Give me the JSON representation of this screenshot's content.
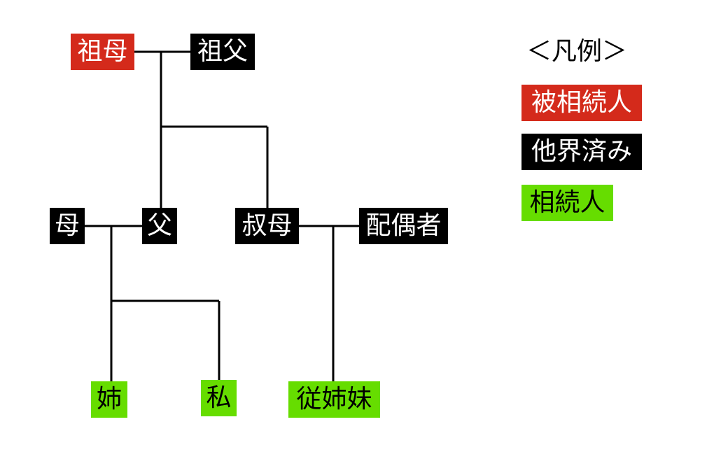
{
  "colors": {
    "deceased_person": "#d42a1b",
    "already_deceased": "#000000",
    "heir": "#66dd00",
    "line": "#000000"
  },
  "people": {
    "grandmother": {
      "label": "祖母",
      "status": "deceased_person"
    },
    "grandfather": {
      "label": "祖父",
      "status": "already_deceased"
    },
    "mother": {
      "label": "母",
      "status": "already_deceased"
    },
    "father": {
      "label": "父",
      "status": "already_deceased"
    },
    "aunt": {
      "label": "叔母",
      "status": "already_deceased"
    },
    "aunt_spouse": {
      "label": "配偶者",
      "status": "already_deceased"
    },
    "older_sister": {
      "label": "姉",
      "status": "heir"
    },
    "me": {
      "label": "私",
      "status": "heir"
    },
    "cousin": {
      "label": "従姉妹",
      "status": "heir"
    }
  },
  "legend": {
    "title": "＜凡例＞",
    "items": [
      {
        "label": "被相続人",
        "status": "deceased_person"
      },
      {
        "label": "他界済み",
        "status": "already_deceased"
      },
      {
        "label": "相続人",
        "status": "heir"
      }
    ]
  }
}
